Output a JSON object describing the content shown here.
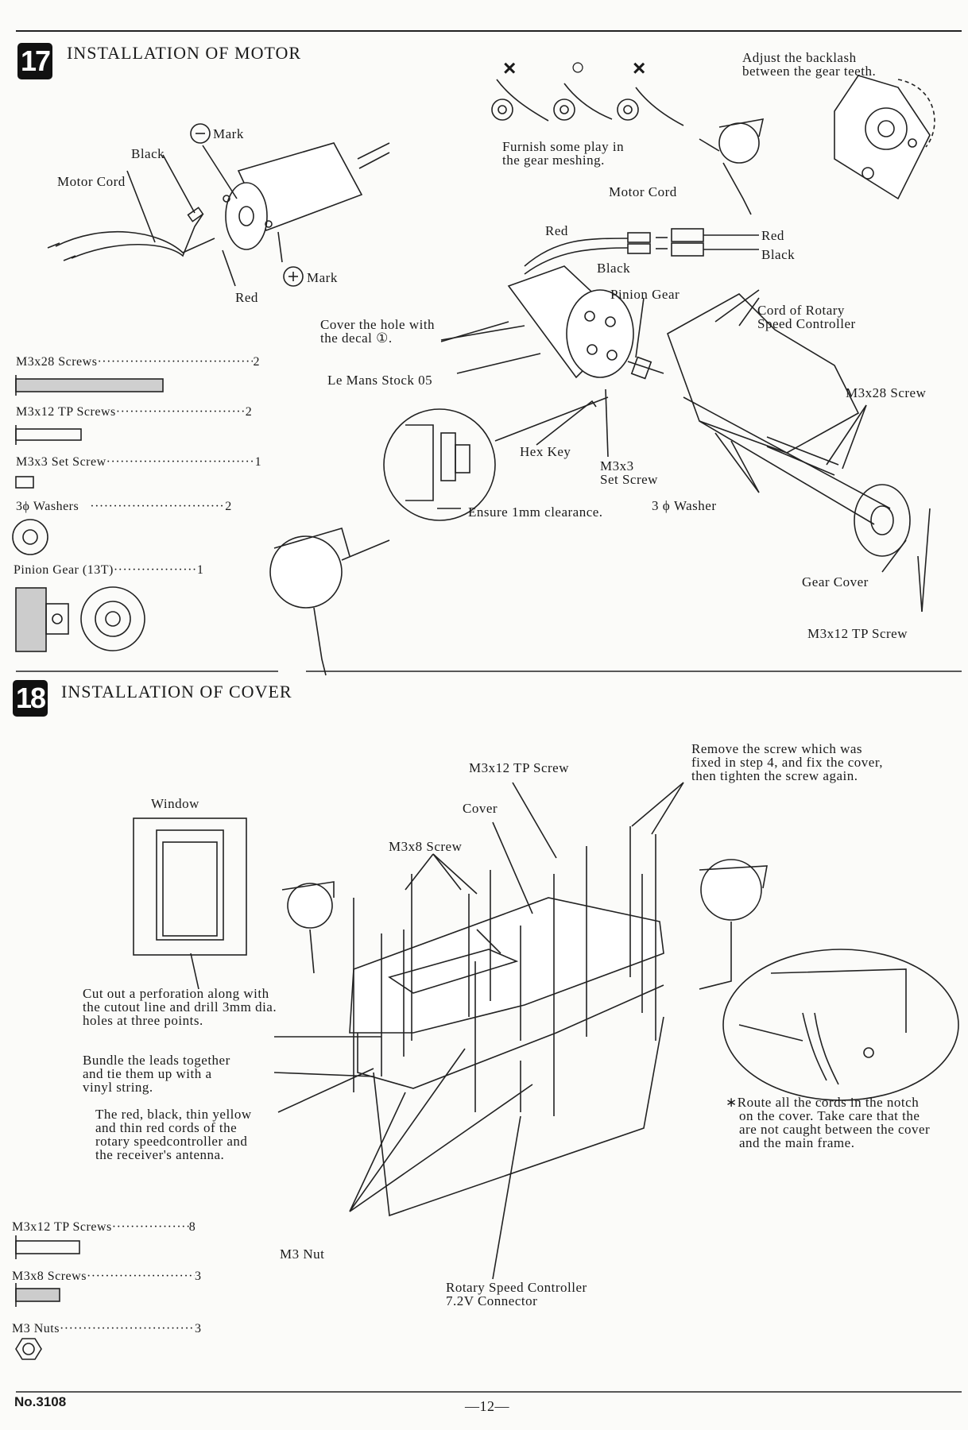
{
  "step17": {
    "number": "17",
    "title": "INSTALLATION OF MOTOR",
    "symbols": {
      "wrong1": "×",
      "right": "○",
      "wrong2": "×"
    },
    "labels": {
      "minus_mark": "Mark",
      "plus_mark": "Mark",
      "black": "Black",
      "motor_cord": "Motor Cord",
      "red": "Red",
      "furnish_1": "Furnish some play in",
      "furnish_2": "the gear meshing.",
      "adjust_1": "Adjust the backlash",
      "adjust_2": "between the gear teeth.",
      "motor_cord_2": "Motor Cord",
      "red_2": "Red",
      "red_3": "Red",
      "black_2": "Black",
      "black_3": "Black",
      "pinion_gear": "Pinion Gear",
      "cord_rotary_1": "Cord of Rotary",
      "cord_rotary_2": "Speed Controller",
      "cover_hole_1": "Cover the hole with",
      "cover_hole_2": "the decal ①.",
      "le_mans": "Le Mans Stock 05",
      "m3x28_screw": "M3x28 Screw",
      "hex_key": "Hex Key",
      "m3x3_1": "M3x3",
      "m3x3_2": "Set Screw",
      "ensure": "Ensure 1mm clearance.",
      "washer": "3 ϕ Washer",
      "gear_cover": "Gear Cover",
      "m3x12_tp": "M3x12 TP Screw"
    },
    "parts": [
      {
        "name": "M3x28 Screws",
        "qty": "2"
      },
      {
        "name": "M3x12 TP Screws",
        "qty": "2"
      },
      {
        "name": "M3x3 Set Screw",
        "qty": "1"
      },
      {
        "name": "3ϕ Washers",
        "qty": "2"
      },
      {
        "name": "Pinion Gear (13T)",
        "qty": "1"
      }
    ]
  },
  "step18": {
    "number": "18",
    "title": "INSTALLATION OF COVER",
    "labels": {
      "window": "Window",
      "cutout_1": "Cut out a perforation along with",
      "cutout_2": "the cutout line and drill 3mm dia.",
      "cutout_3": "holes at three points.",
      "bundle_1": "Bundle the leads together",
      "bundle_2": "and tie them up with a",
      "bundle_3": "vinyl string.",
      "leads_1": "The red, black, thin yellow",
      "leads_2": "and thin red cords of the",
      "leads_3": "rotary speedcontroller and",
      "leads_4": "the receiver's antenna.",
      "m3x12_tp": "M3x12 TP Screw",
      "cover": "Cover",
      "m3x8": "M3x8 Screw",
      "remove_1": "Remove the screw which was",
      "remove_2": "fixed in step 4, and fix the cover,",
      "remove_3": "then tighten the screw again.",
      "route_1": "∗Route all the cords in the notch",
      "route_2": "on the cover. Take care that the",
      "route_3": "are not caught between the cover",
      "route_4": "and the main frame.",
      "m3_nut": "M3 Nut",
      "rsc_1": "Rotary Speed Controller",
      "rsc_2": "7.2V Connector"
    },
    "parts": [
      {
        "name": "M3x12 TP Screws",
        "qty": "8"
      },
      {
        "name": "M3x8 Screws",
        "qty": "3"
      },
      {
        "name": "M3 Nuts",
        "qty": "3"
      }
    ]
  },
  "footer": {
    "model": "No.3108",
    "page": "—12—"
  }
}
